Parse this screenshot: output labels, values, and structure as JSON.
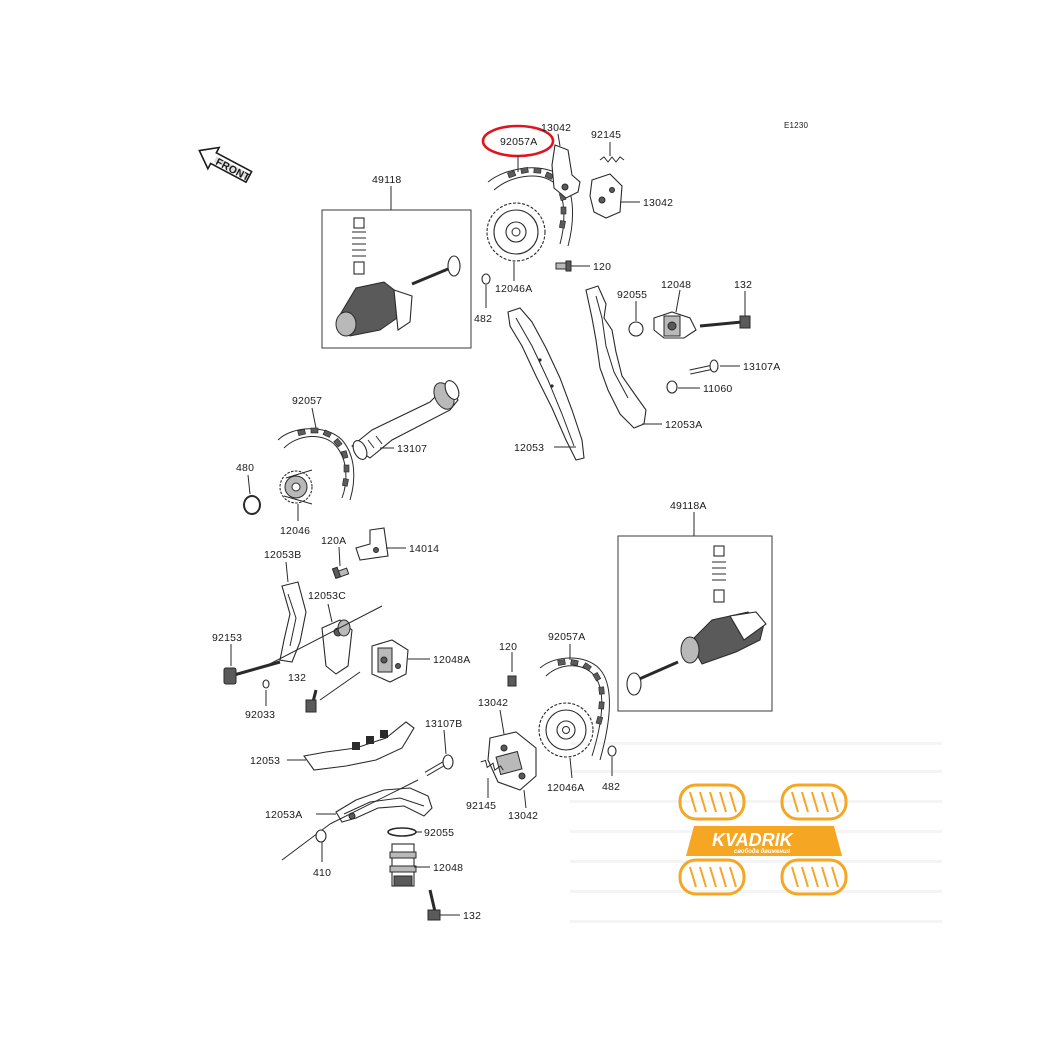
{
  "diagram": {
    "code": "E1230",
    "front": "FRONT",
    "labels": {
      "p92057A_top": "92057A",
      "p13042_top": "13042",
      "p92145_top": "92145",
      "p13042_top_r": "13042",
      "p49118": "49118",
      "p120_top": "120",
      "p12046A_top": "12046A",
      "p482_top": "482",
      "p92055_top": "92055",
      "p12048_top": "12048",
      "p132_top": "132",
      "p13107A": "13107A",
      "p11060": "11060",
      "p12053A_top": "12053A",
      "p92057": "92057",
      "p13107": "13107",
      "p12053_top": "12053",
      "p480": "480",
      "p12046": "12046",
      "p49118A": "49118A",
      "p120A": "120A",
      "p14014": "14014",
      "p12053B": "12053B",
      "p12053C": "12053C",
      "p92153": "92153",
      "p12048A": "12048A",
      "p132_mid": "132",
      "p92033": "92033",
      "p120_bot": "120",
      "p92057A_bot": "92057A",
      "p13042_bot": "13042",
      "p13107B": "13107B",
      "p12053_bot": "12053",
      "p12046A_bot": "12046A",
      "p482_bot": "482",
      "p92145_bot": "92145",
      "p13042_bot2": "13042",
      "p12053A_bot": "12053A",
      "p92055_bot": "92055",
      "p410": "410",
      "p12048_bot": "12048",
      "p132_bot": "132"
    }
  },
  "watermark": {
    "brand": "KVADRIK",
    "tagline": "свобода движения",
    "color": "#f5a623"
  },
  "highlight_color": "#e0141e"
}
